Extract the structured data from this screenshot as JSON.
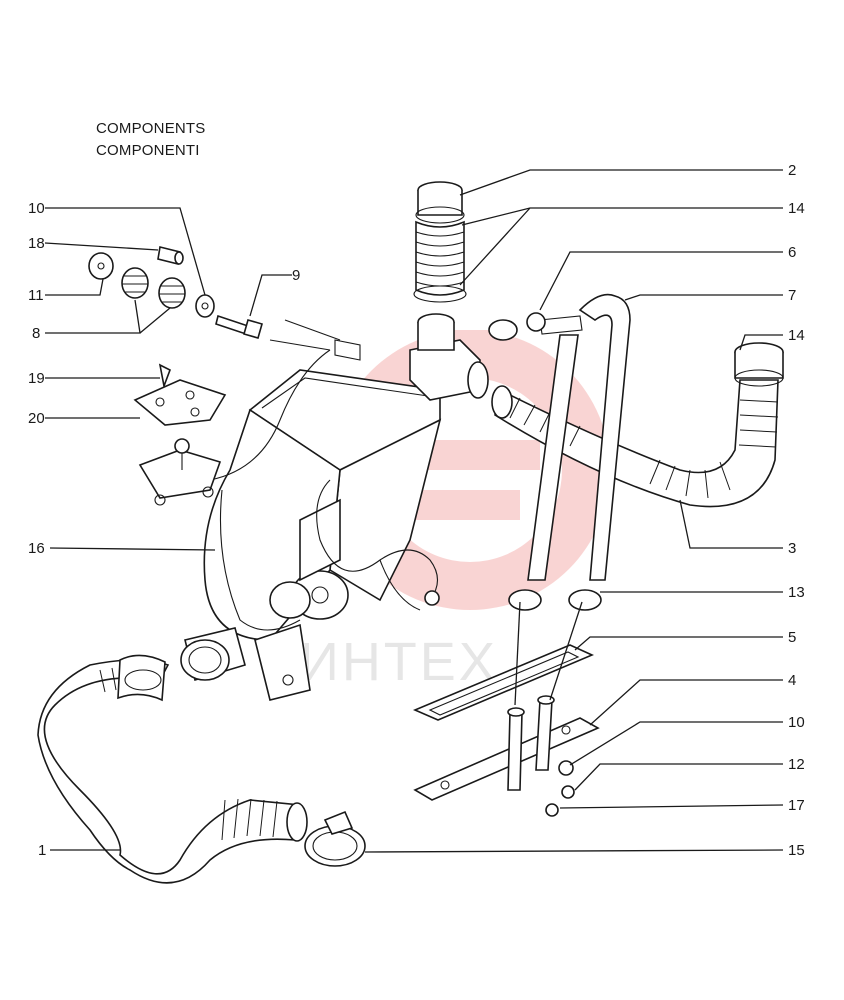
{
  "header": {
    "title_line1": "COMPONENTS",
    "title_line2": "COMPONENTI"
  },
  "callouts": [
    "2",
    "14",
    "6",
    "7",
    "14",
    "3",
    "13",
    "5",
    "4",
    "10",
    "12",
    "17",
    "15",
    "1",
    "16",
    "9",
    "10",
    "18",
    "11",
    "8",
    "19",
    "20"
  ],
  "watermark": {
    "text": "ИНТЕХ",
    "color": "#e8423a"
  }
}
